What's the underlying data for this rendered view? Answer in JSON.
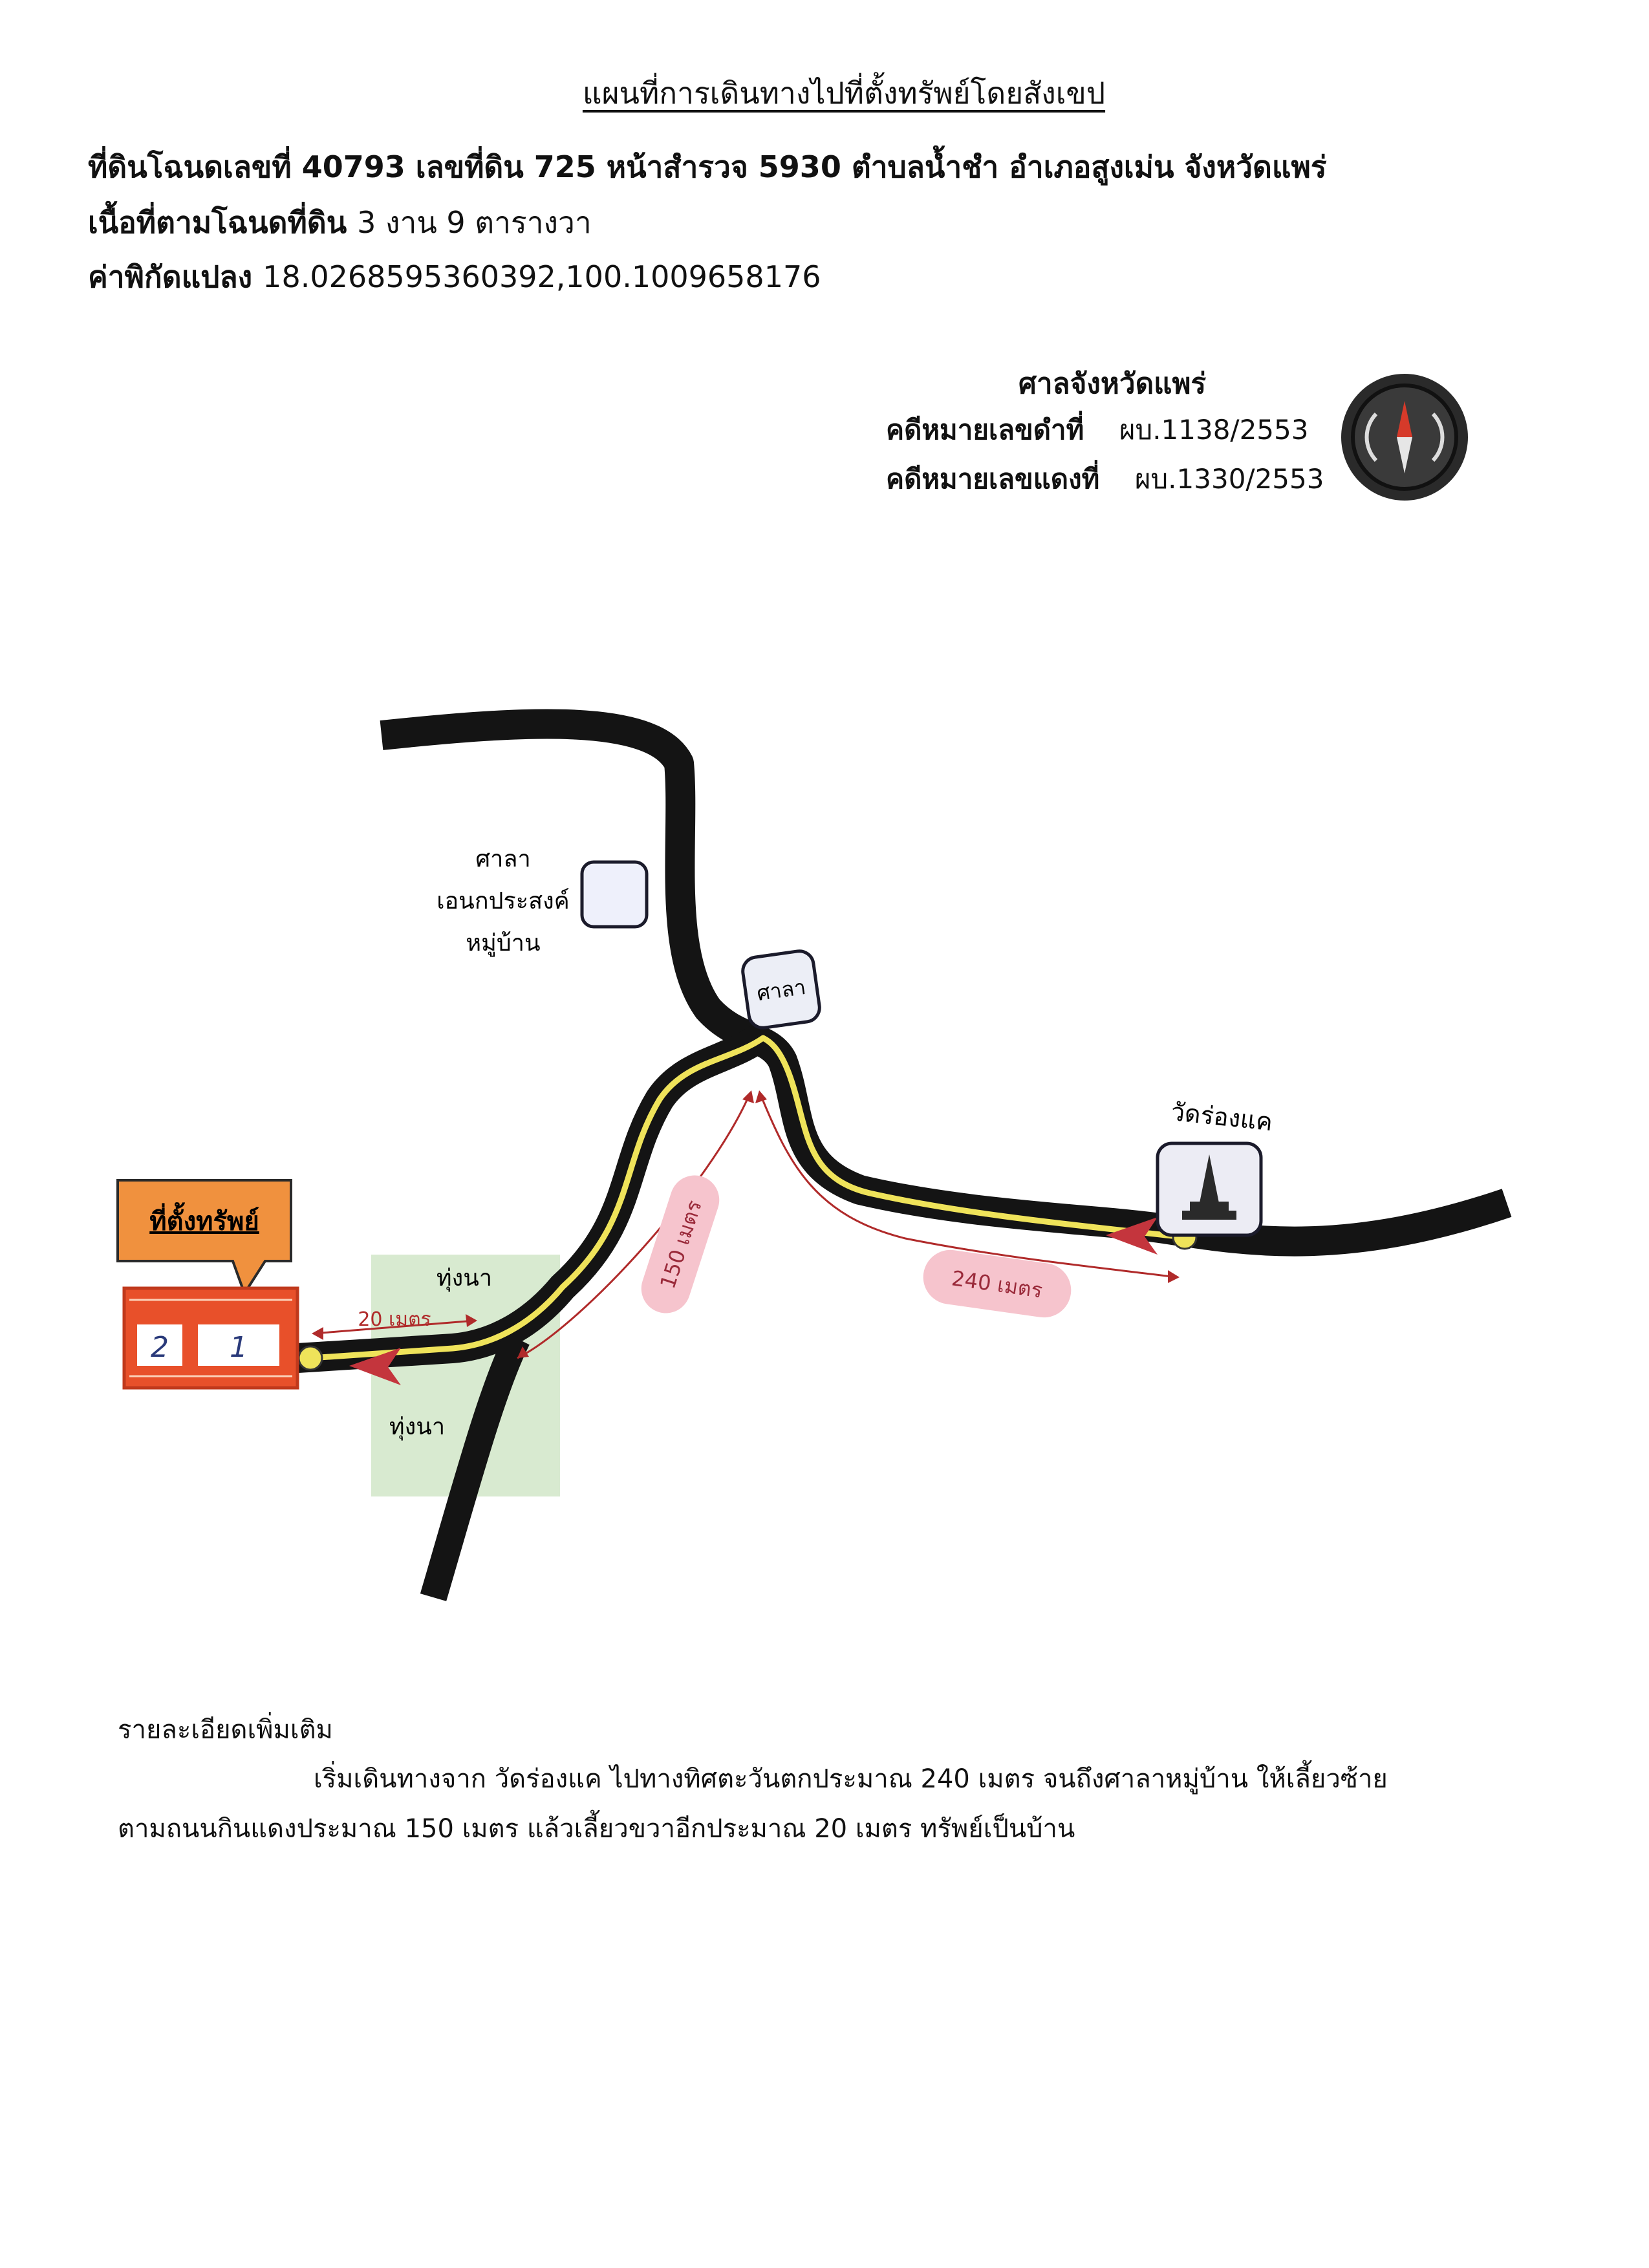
{
  "header": {
    "title": "แผนที่การเดินทางไปที่ตั้งทรัพย์โดยสังเขป",
    "land_line": "ที่ดินโฉนดเลขที่ 40793 เลขที่ดิน 725 หน้าสำรวจ 5930 ตำบลน้ำชำ อำเภอสูงเม่น  จังหวัดแพร่",
    "area_label": "เนื้อที่ตามโฉนดที่ดิน",
    "area_value": "3  งาน   9 ตารางวา",
    "coord_label": "ค่าพิกัดแปลง",
    "coord_value": "18.0268595360392,100.1009658176"
  },
  "court": {
    "name": "ศาลจังหวัดแพร่",
    "black_label": "คดีหมายเลขดำที่",
    "black_value": "ผบ.1138/2553",
    "red_label": "คดีหมายเลขแดงที่",
    "red_value": "ผบ.1330/2553"
  },
  "map": {
    "property_label": "ที่ตั้งทรัพย์",
    "plot_number_left": "2",
    "plot_number_right": "1",
    "village_hall_label": [
      "ศาลา",
      "เอนกประสงค์",
      "หมู่บ้าน"
    ],
    "pavilion_label": "ศาลา",
    "temple_label": "วัดร่องแค",
    "rice_field_top": "ทุ่งนา",
    "rice_field_bottom": "ทุ่งนา",
    "distance_20": "20 เมตร",
    "distance_150": "150 เมตร",
    "distance_240": "240 เมตร",
    "compass_icon": "compass-icon",
    "colors": {
      "road": "#141414",
      "route": "#efe35a",
      "property": "#e8502a",
      "property_callout": "#f0913e",
      "distance_pill": "#f6c4cd",
      "distance_line": "#b02a2a",
      "field": "#d8ead0"
    }
  },
  "details": {
    "heading": "รายละเอียดเพิ่มเติม",
    "paragraph_1": "เริ่มเดินทางจาก วัดร่องแค ไปทางทิศตะวันตกประมาณ 240 เมตร จนถึงศาลาหมู่บ้าน ให้เลี้ยวซ้าย",
    "paragraph_2": "ตามถนนกินแดงประมาณ 150 เมตร แล้วเลี้ยวขวาอีกประมาณ 20 เมตร ทรัพย์เป็นบ้าน"
  }
}
